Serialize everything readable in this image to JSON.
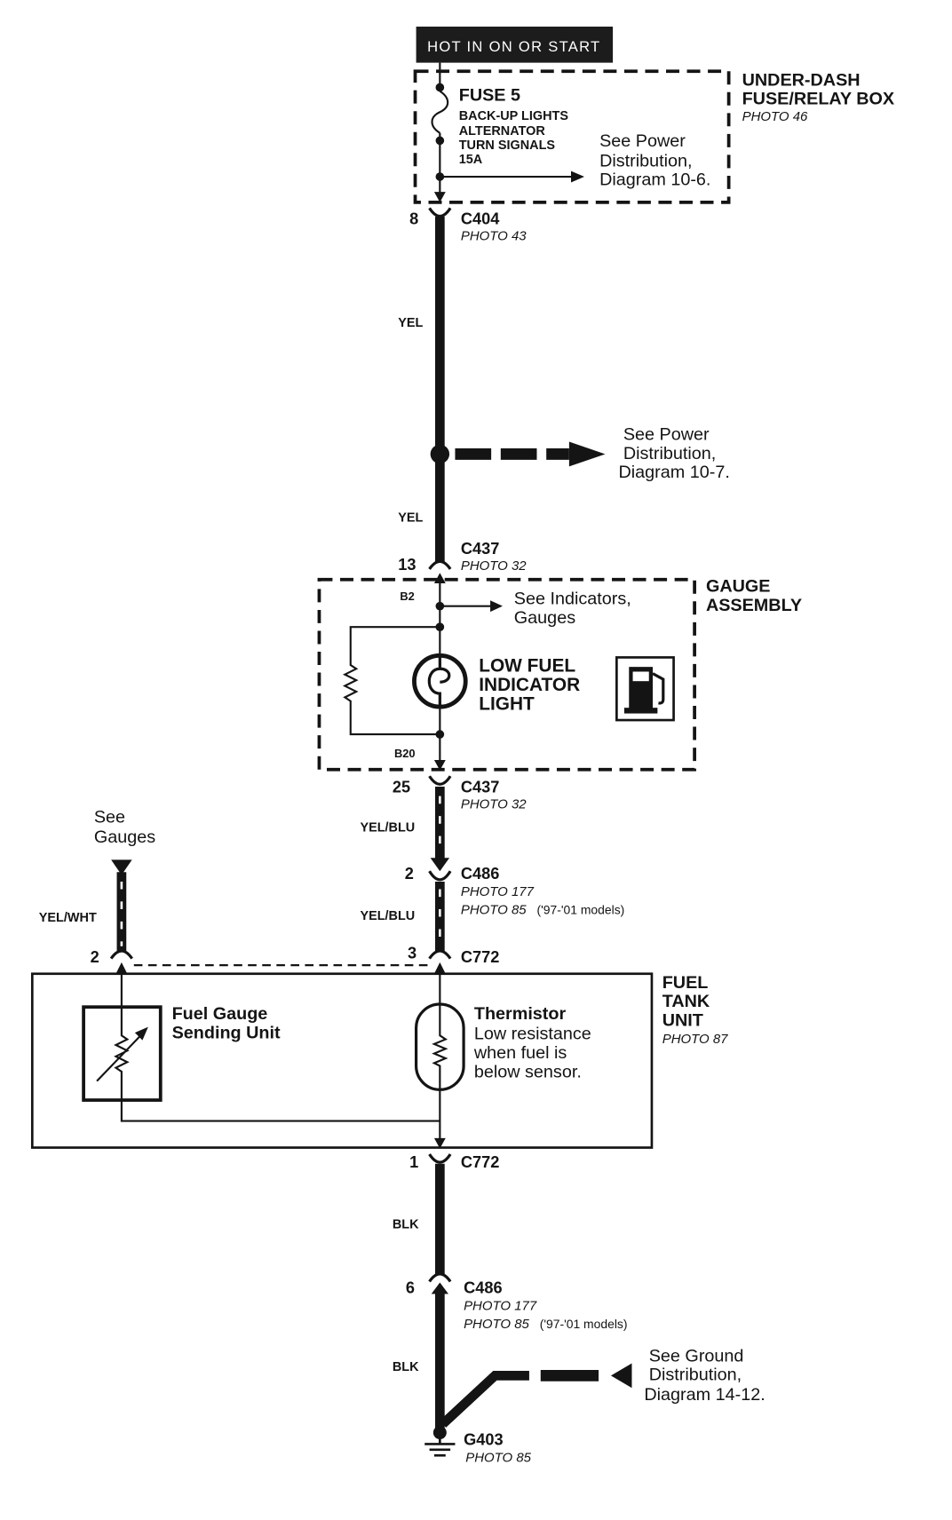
{
  "header": {
    "label": "HOT IN ON OR START"
  },
  "fuse_relay_box": {
    "title_lines": [
      "UNDER-DASH",
      "FUSE/RELAY BOX"
    ],
    "photo": "PHOTO 46",
    "fuse_name": "FUSE 5",
    "fuse_circuits": [
      "BACK-UP LIGHTS",
      "ALTERNATOR",
      "TURN SIGNALS",
      "15A"
    ],
    "reference_lines": [
      "See Power",
      "Distribution,",
      "Diagram 10-6."
    ]
  },
  "connectors": {
    "c404": {
      "pin": "8",
      "name": "C404",
      "photo": "PHOTO 43"
    },
    "c437_in": {
      "pin": "13",
      "name": "C437",
      "photo": "PHOTO 32"
    },
    "c437_out": {
      "pin": "25",
      "name": "C437",
      "photo": "PHOTO 32"
    },
    "c486_upper": {
      "pin": "2",
      "name": "C486",
      "photo": "PHOTO 177",
      "photo_alt": "PHOTO 85",
      "photo_alt_note": "('97-'01 models)"
    },
    "c772_upper": {
      "pin_sending_unit": "2",
      "pin_thermistor": "3",
      "name": "C772"
    },
    "c772_lower": {
      "pin": "1",
      "name": "C772"
    },
    "c486_lower": {
      "pin": "6",
      "name": "C486",
      "photo": "PHOTO 177",
      "photo_alt": "PHOTO 85",
      "photo_alt_note": "('97-'01 models)"
    }
  },
  "wires": {
    "c404_to_splice": "YEL",
    "splice_to_c437": "YEL",
    "c437_to_c486": "YEL/BLU",
    "c486_to_c772": "YEL/BLU",
    "gauges_to_c772": "YEL/WHT",
    "c772_to_c486": "BLK",
    "c486_to_g403": "BLK"
  },
  "splice_reference_lines": [
    "See Power",
    "Distribution,",
    "Diagram 10-7."
  ],
  "gauge_assembly": {
    "title_lines": [
      "GAUGE",
      "ASSEMBLY"
    ],
    "terminal_in": "B2",
    "terminal_out": "B20",
    "reference_lines": [
      "See Indicators,",
      "Gauges"
    ],
    "light_lines": [
      "LOW FUEL",
      "INDICATOR",
      "LIGHT"
    ],
    "icon": "fuel-pump-icon"
  },
  "gauges_reference_lines": [
    "See",
    "Gauges"
  ],
  "fuel_tank_unit": {
    "title_lines": [
      "FUEL",
      "TANK",
      "UNIT"
    ],
    "photo": "PHOTO 87",
    "sending_unit_lines": [
      "Fuel Gauge",
      "Sending Unit"
    ],
    "thermistor_title": "Thermistor",
    "thermistor_description_lines": [
      "Low resistance",
      "when fuel is",
      "below sensor."
    ]
  },
  "ground": {
    "name": "G403",
    "photo": "PHOTO 85",
    "reference_lines": [
      "See Ground",
      "Distribution,",
      "Diagram 14-12."
    ]
  }
}
